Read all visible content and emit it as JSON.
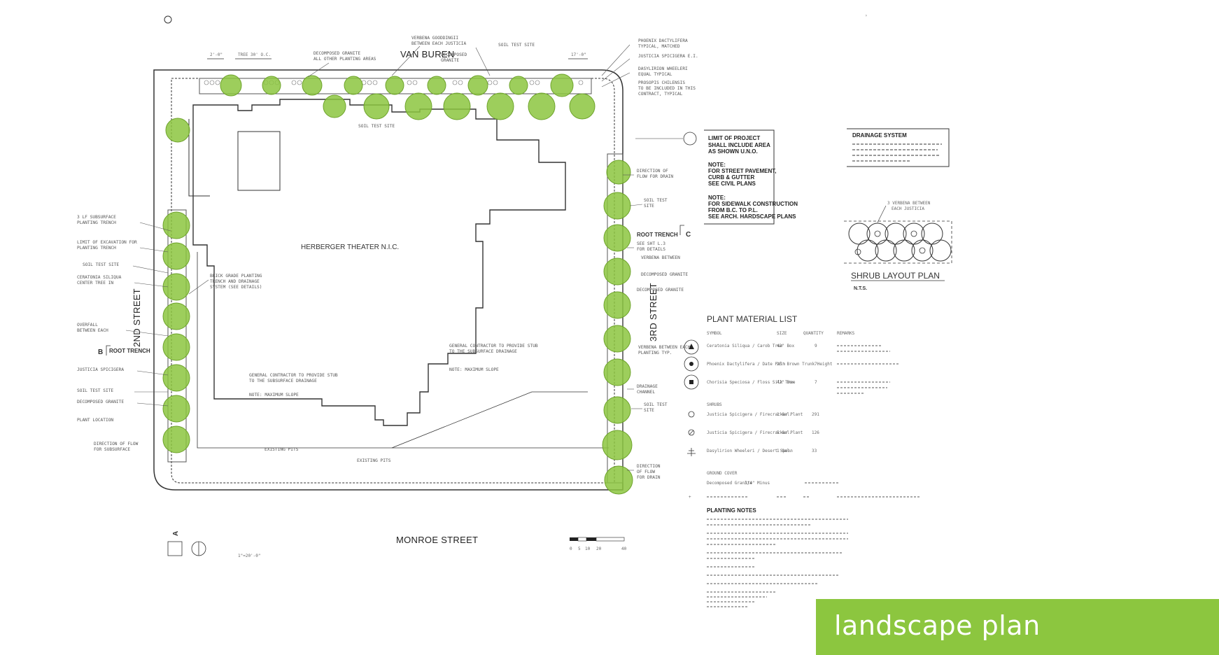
{
  "banner": {
    "label": "landscape plan",
    "color": "#8cc63f"
  },
  "streets": {
    "north": "VAN BUREN",
    "south": "MONROE STREET",
    "west": "2ND STREET",
    "east": "3RD STREET"
  },
  "building": "HERBERGER THEATER N.I.C.",
  "sections": {
    "west_trench": "ROOT TRENCH",
    "west_letter": "B",
    "east_trench": "ROOT TRENCH",
    "east_letter": "C",
    "south_letter": "A"
  },
  "limit_box": {
    "title": "LIMIT OF PROJECT",
    "lines": [
      "SHALL INCLUDE AREA",
      "AS SHOWN U.N.O."
    ],
    "notes": [
      "NOTE:",
      "FOR STREET PAVEMENT,",
      "CURB & GUTTER",
      "SEE CIVIL PLANS",
      "NOTE:",
      "FOR SIDEWALK CONSTRUCTION",
      "FROM B.C. TO P.L.",
      "SEE ARCH. HARDSCAPE PLANS"
    ]
  },
  "drainage": {
    "title": "DRAINAGE SYSTEM"
  },
  "shrub_layout": {
    "title": "SHRUB LAYOUT PLAN",
    "subtitle": "N.T.S."
  },
  "plant_list": {
    "title": "PLANT MATERIAL LIST",
    "columns": [
      "SYMBOL",
      "SIZE",
      "QUANTITY",
      "REMARKS"
    ],
    "rows": [
      {
        "name": "Ceratonia Siliqua / Carob Tree",
        "size": "42\" Box",
        "qty": "9"
      },
      {
        "name": "Phoenix Dactylifera / Date Palm",
        "size": "25' Brown Trunk Height",
        "qty": "7"
      },
      {
        "name": "Chorisia Speciosa / Floss Silk Tree",
        "size": "42\" Box",
        "qty": "7"
      }
    ],
    "shrubs_title": "SHRUBS",
    "shrubs": [
      {
        "name": "Justicia Spicigera / Firecracker Plant",
        "size": "1 Gal.",
        "qty": "291"
      },
      {
        "name": "Justicia Spicigera / Firecracker Plant",
        "size": "5 Gal.",
        "qty": "126"
      },
      {
        "name": "Dasylirion Wheeleri / Desert Spoon",
        "size": "1 Gal.",
        "qty": "33"
      }
    ],
    "ground_title": "GROUND COVER",
    "ground": [
      {
        "name": "Decomposed Granite",
        "size": "3/4\" Minus",
        "qty": ""
      }
    ]
  },
  "planting_notes": {
    "title": "PLANTING NOTES"
  },
  "scale": {
    "ticks": [
      "0",
      "5",
      "10",
      "20",
      "40"
    ],
    "label": "1\"=20'-0\""
  }
}
